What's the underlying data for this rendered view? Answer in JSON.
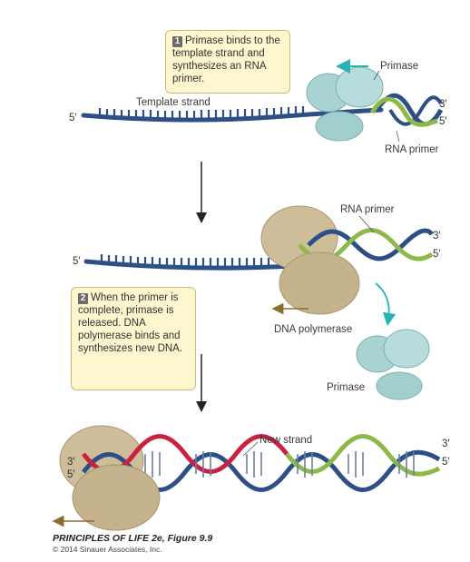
{
  "steps": [
    {
      "number": "1",
      "text": "Primase binds to the template strand and synthesizes an RNA primer."
    },
    {
      "number": "2",
      "text": "When the primer is complete, primase is released. DNA polymerase binds and synthesizes new DNA."
    }
  ],
  "labels": {
    "primase_top": "Primase",
    "template_strand": "Template strand",
    "rna_primer_top": "RNA primer",
    "rna_primer_mid": "RNA primer",
    "dna_polymerase": "DNA polymerase",
    "primase_released": "Primase",
    "new_strand": "New strand"
  },
  "ends": {
    "p1_left": "5′",
    "p1_r3": "3′",
    "p1_r5": "5′",
    "p2_left": "5′",
    "p2_r3": "3′",
    "p2_r5": "5′",
    "p3_l3": "3′",
    "p3_l5": "5′",
    "p3_r3": "3′",
    "p3_r5": "5′"
  },
  "caption": {
    "title": "PRINCIPLES OF LIFE 2e, Figure 9.9",
    "copyright": "© 2014 Sinauer Associates, Inc."
  },
  "colors": {
    "template_dna": "#2c4f86",
    "rna_primer": "#8db84a",
    "new_dna": "#c8223f",
    "primase": "#a9d3d2",
    "polymerase": "#cdbd98",
    "callout_bg": "#fdf6cf",
    "teal_arrow": "#27b3b5",
    "brown_arrow": "#8e6b2a"
  }
}
